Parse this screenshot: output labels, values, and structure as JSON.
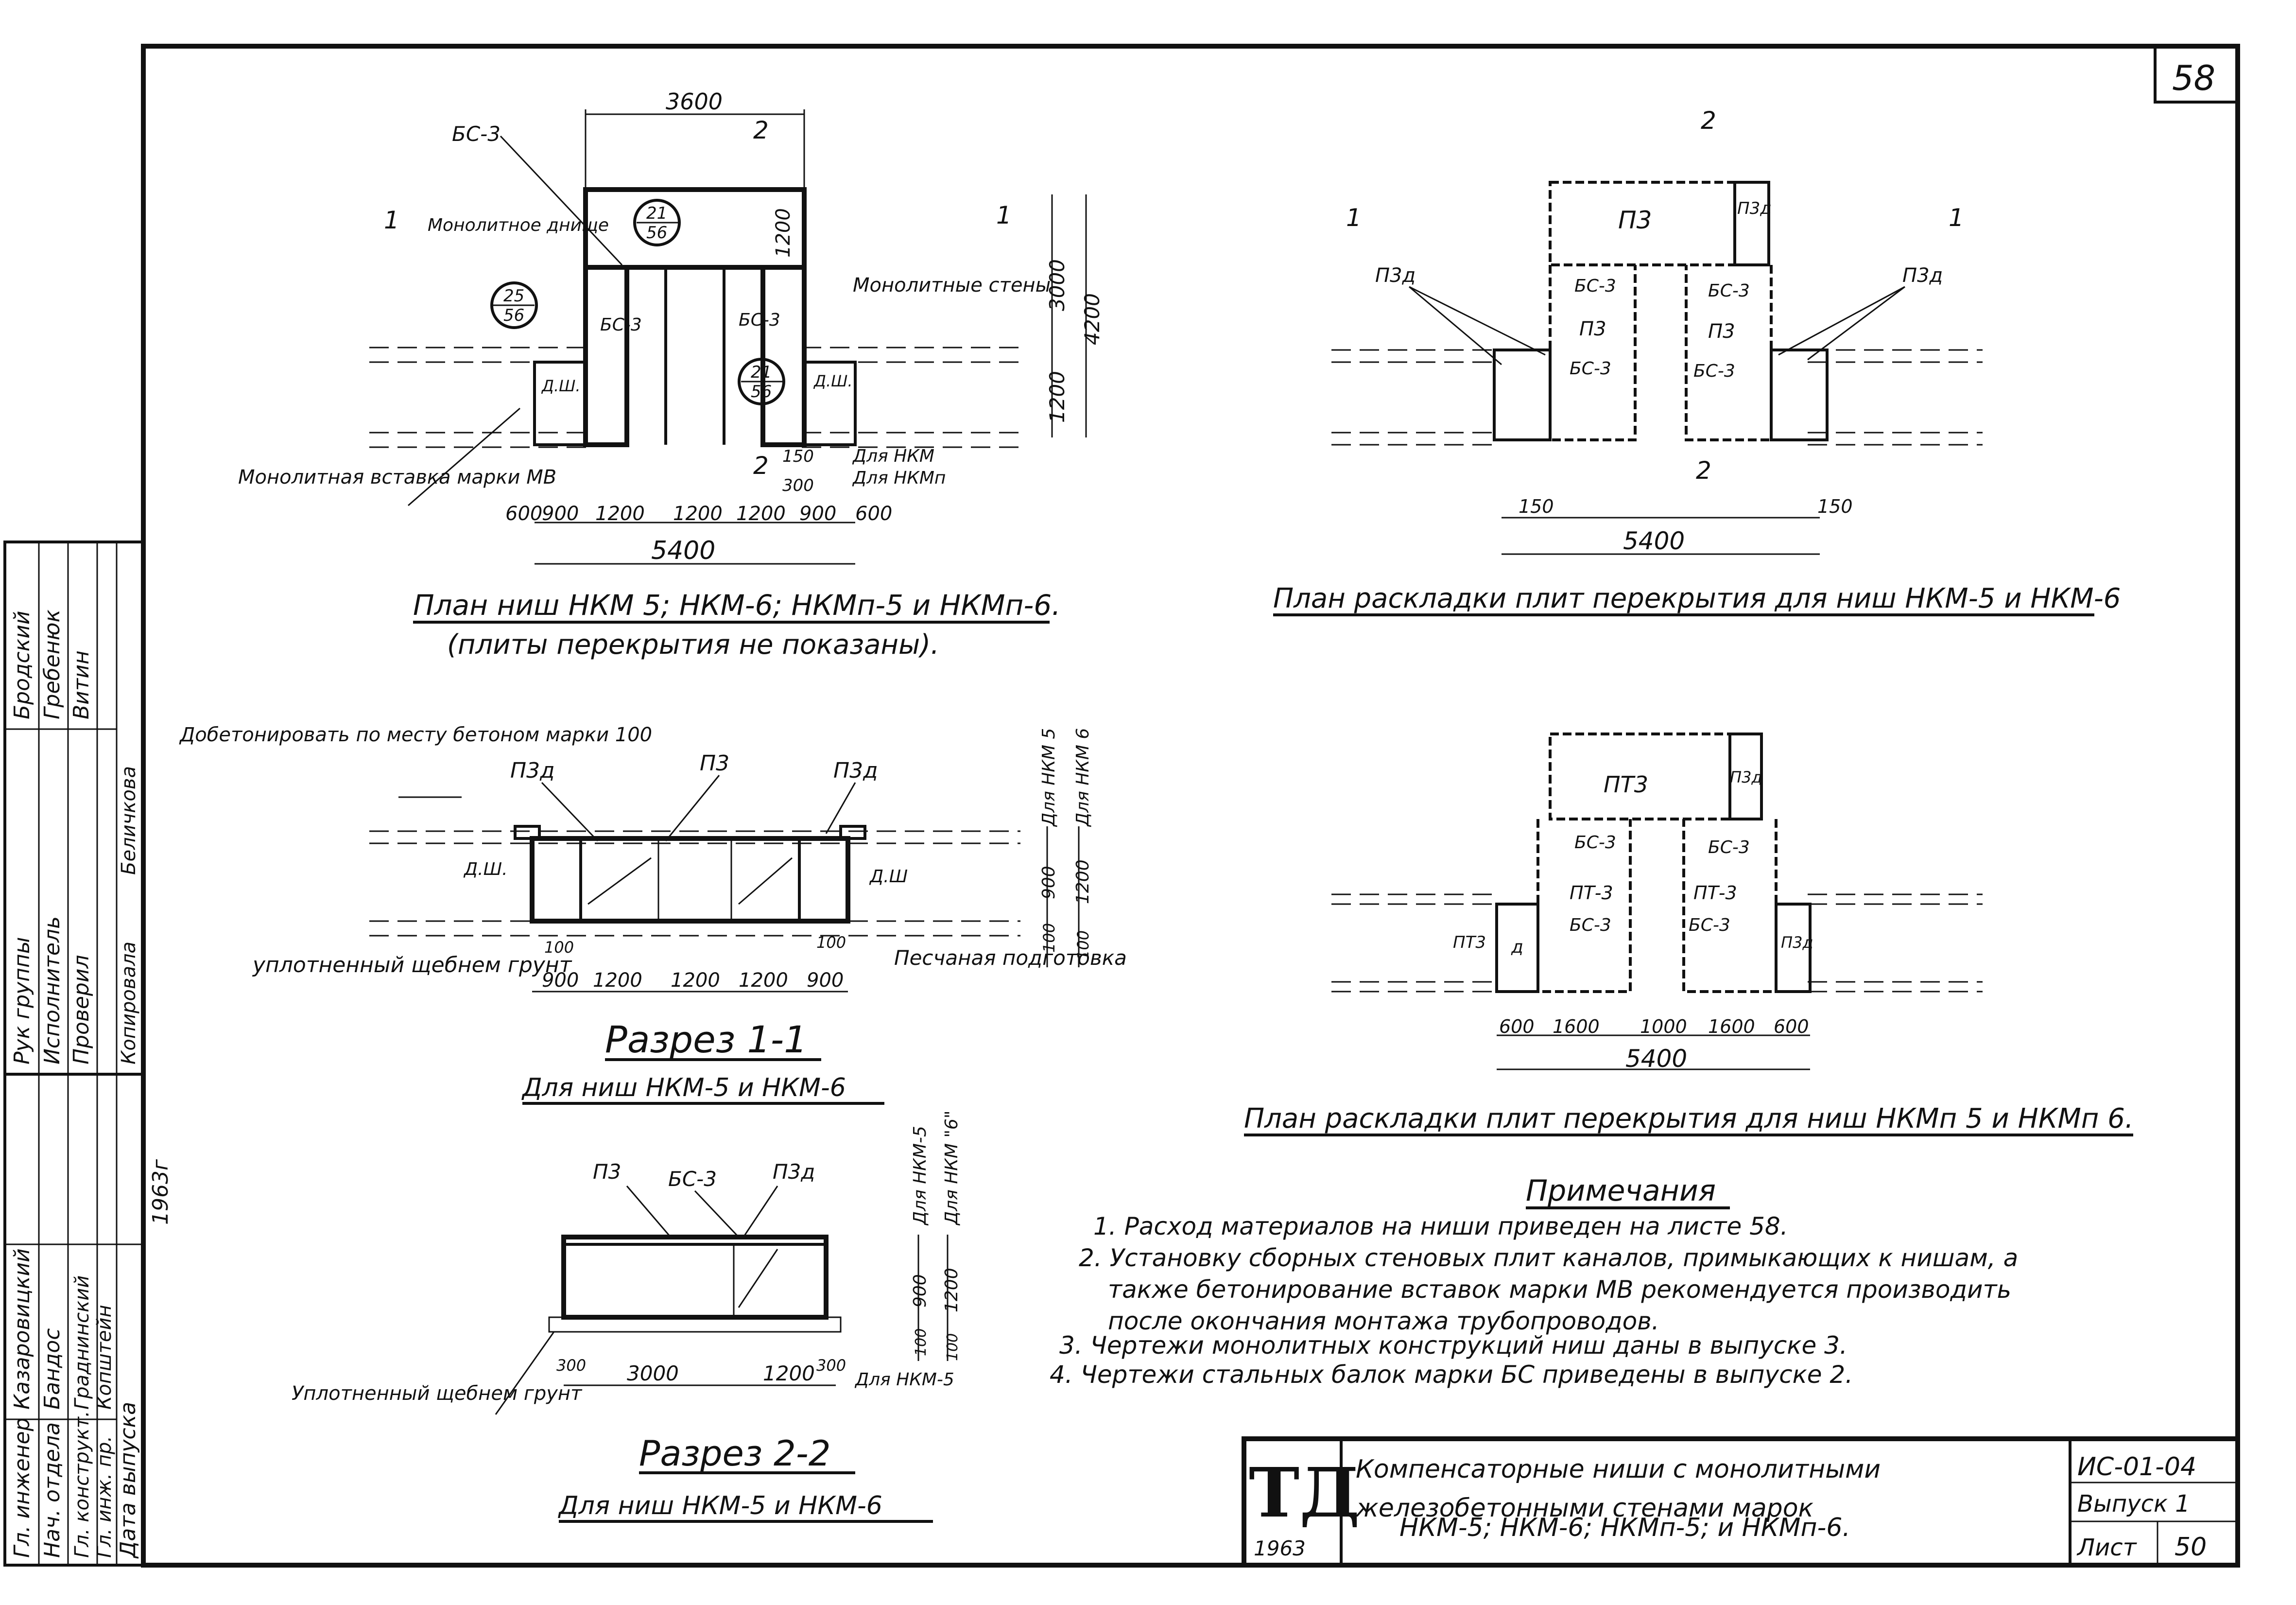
{
  "sheet": {
    "page_number": "58",
    "frame": true
  },
  "plan_main": {
    "caption": "План ниш НКМ 5; НКМ-6; НКМп-5 и НКМп-6.",
    "caption_note": "(плиты перекрытия не показаны).",
    "labels": {
      "bs3_top": "БС-3",
      "monolithic_bottom": "Монолитное днище",
      "monolithic_walls": "Монолитные стены",
      "insert": "Монолитная вставка марки МВ",
      "bs3_left": "БС-3",
      "bs3_right": "БС-3",
      "dsh_left": "Д.Ш.",
      "dsh_right": "Д.Ш.",
      "for_nkm": "Для НКМ",
      "for_nkmp": "Для НКМп",
      "section1": "1",
      "section2": "2"
    },
    "circles": [
      {
        "top": "21",
        "bottom": "56"
      },
      {
        "top": "25",
        "bottom": "56"
      },
      {
        "top": "21",
        "bottom": "56"
      }
    ],
    "dims": {
      "top": "3600",
      "bottom_row": [
        "600",
        "900",
        "1200",
        "1200",
        "1200",
        "900",
        "600"
      ],
      "total": "5400",
      "v1200": "1200",
      "v3000": "3000",
      "v4200": "4200",
      "v1200b": "1200",
      "d150": "150",
      "d300": "300"
    }
  },
  "plan_slabs_a": {
    "caption": "План раскладки плит перекрытия для ниш НКМ-5 и НКМ-6",
    "labels": {
      "p3": "П3",
      "p3d_top": "П3д",
      "p3d_left": "П3д",
      "p3d_right": "П3д",
      "bs3a": "БС-3",
      "bs3b": "БС-3",
      "p3a": "П3",
      "p3b": "П3",
      "bs3c": "БС-3",
      "bs3d": "БС-3",
      "s1": "1",
      "s2": "2"
    },
    "dims": {
      "left": "150",
      "right": "150",
      "total": "5400"
    }
  },
  "plan_slabs_b": {
    "caption": "План раскладки плит перекрытия для ниш НКМп 5 и НКМп 6.",
    "labels": {
      "pt3": "ПТ3",
      "p3d": "П3д",
      "bs3a": "БС-3",
      "bs3b": "БС-3",
      "pt3a": "ПТ-3",
      "pt3b": "ПТ-3",
      "bs3c": "БС-3",
      "bs3d": "БС-3",
      "pt3_left": "ПТ3",
      "d_left": "д",
      "p3d_right": "П3д"
    },
    "dims": {
      "row": [
        "600",
        "1600",
        "1000",
        "1600",
        "600"
      ],
      "total": "5400"
    }
  },
  "section_1": {
    "title": "Разрез 1-1",
    "subtitle": "Для ниш НКМ-5 и НКМ-6",
    "labels": {
      "concrete": "Добетонировать по месту бетоном марки 100",
      "p3d_left": "П3д",
      "p3": "П3",
      "p3d_right": "П3д",
      "dsh_left": "Д.Ш.",
      "dsh_right": "Д.Ш",
      "soil": "уплотненный щебнем грунт",
      "sand": "Песчаная подготовка",
      "for_nkm5": "Для НКМ 5",
      "for_nkm6": "Для НКМ 6"
    },
    "dims": {
      "row": [
        "900",
        "1200",
        "1200",
        "1200",
        "900"
      ],
      "d100a": "100",
      "d100b": "100",
      "v900": "900",
      "v1200": "1200",
      "v100a": "100",
      "v100b": "100"
    }
  },
  "section_2": {
    "title": "Разрез 2-2",
    "subtitle": "Для ниш НКМ-5 и НКМ-6",
    "labels": {
      "p3": "П3",
      "bs3": "БС-3",
      "p3d": "П3д",
      "soil": "Уплотненный щебнем грунт",
      "for_nkm5": "Для НКМ-5",
      "for_nkm5_v": "Для НКМ-5",
      "for_nkm6_v": "Для НКМ \"6\""
    },
    "dims": {
      "row": [
        "300",
        "3000",
        "1200",
        "300"
      ],
      "v900": "900",
      "v1200": "1200",
      "v100a": "100",
      "v100b": "100"
    }
  },
  "notes": {
    "title": "Примечания",
    "items": [
      "1. Расход материалов на ниши приведен на листе 58.",
      "2. Установку сборных стеновых плит каналов, примыкающих к нишам, а",
      "также бетонирование вставок марки МВ рекомендуется производить",
      "после окончания монтажа трубопроводов.",
      "3. Чертежи монолитных конструкций ниш даны в выпуске 3.",
      "4. Чертежи стальных балок марки БС приведены в выпуске 2."
    ]
  },
  "title_block": {
    "logo": "ТД",
    "year": "1963",
    "title_line1": "Компенсаторные ниши с монолитными",
    "title_line2": "железобетонными стенами марок",
    "title_line3": "НКМ-5; НКМ-6; НКМп-5; и НКМп-6.",
    "code": "ИС-01-04",
    "issue": "Выпуск 1",
    "sheet_label": "Лист",
    "sheet_no": "50"
  },
  "side_stamp": {
    "rows": [
      {
        "role": "Рук группы",
        "name": "Бродский"
      },
      {
        "role": "Исполнитель",
        "name": "Гребенюк"
      },
      {
        "role": "Проверил",
        "name": "Витин"
      },
      {
        "role": "Копировала",
        "name": "Беличкова"
      },
      {
        "role": "Гл. инженер",
        "name": "Казаровицкий"
      },
      {
        "role": "Нач. отдела",
        "name": "Бандос"
      },
      {
        "role": "Гл. конструкт.",
        "name": "Граднинский"
      },
      {
        "role": "Гл. инж. пр.",
        "name": "Копштейн"
      },
      {
        "role": "Дата выпуска",
        "name": "1963г"
      }
    ]
  }
}
